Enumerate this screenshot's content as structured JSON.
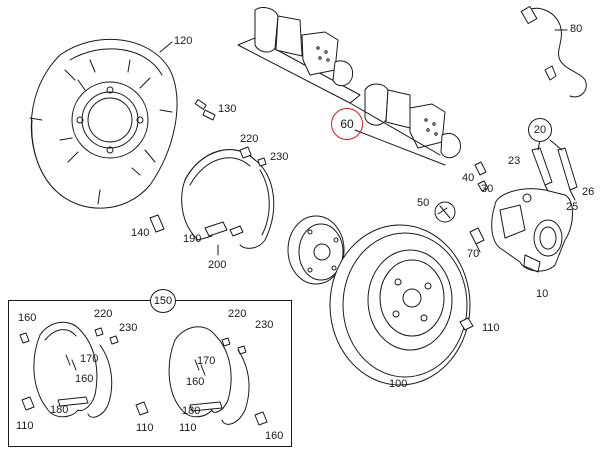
{
  "diagram": {
    "highlight_color": "#d01f2a",
    "line_color": "#1a1a1a",
    "highlighted_label": "60",
    "group_label": "150",
    "callout_labels": {
      "p120": "120",
      "p130": "130",
      "p220a": "220",
      "p230a": "230",
      "p140": "140",
      "p190": "190",
      "p200": "200",
      "p80": "80",
      "p20": "20",
      "p23": "23",
      "p26": "26",
      "p25": "25",
      "p40": "40",
      "p30": "30",
      "p50": "50",
      "p70": "70",
      "p10": "10",
      "p100": "100",
      "p110a": "110",
      "i160a": "160",
      "i220a": "220",
      "i230a": "230",
      "i170a": "170",
      "i160b": "160",
      "i180a": "180",
      "i110b": "110",
      "i220b": "220",
      "i230b": "230",
      "i170b": "170",
      "i160c": "160",
      "i180b": "180",
      "i110c": "110",
      "i160d": "160",
      "i110d": "110"
    }
  }
}
